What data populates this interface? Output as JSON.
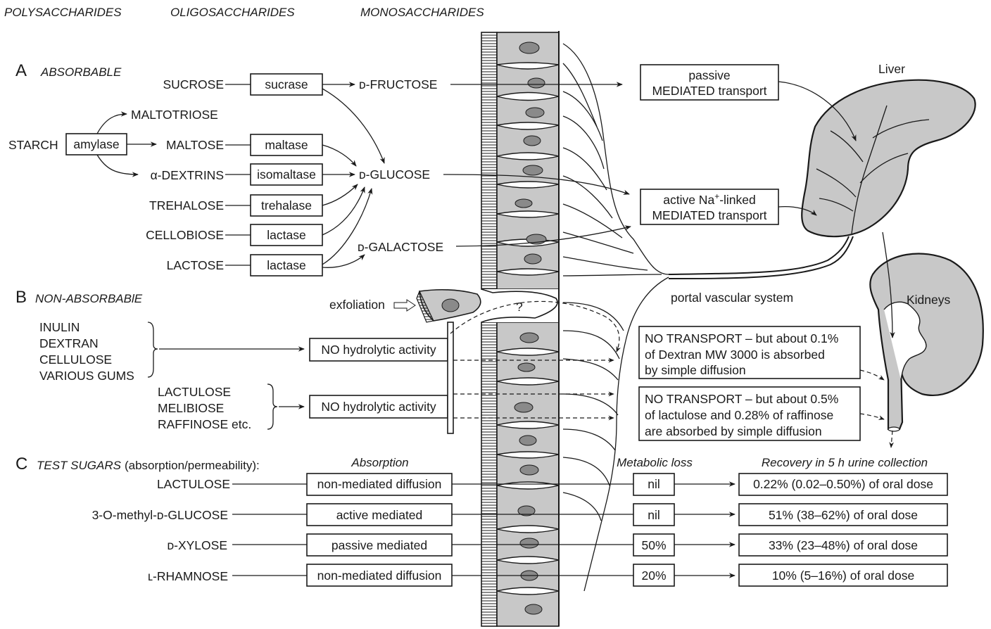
{
  "headers": {
    "polysaccharides": "POLYSACCHARIDES",
    "oligosaccharides": "OLIGOSACCHARIDES",
    "monosaccharides": "MONOSACCHARIDES"
  },
  "sectionA": {
    "letter": "A",
    "title": "ABSORBABLE",
    "starch": "STARCH",
    "amylase": "amylase",
    "products": [
      "MALTOTRIOSE",
      "MALTOSE",
      "α-DEXTRINS"
    ],
    "substrates": [
      "SUCROSE",
      "MALTOSE",
      "α-DEXTRINS",
      "TREHALOSE",
      "CELLOBIOSE",
      "LACTOSE"
    ],
    "enzymes": [
      "sucrase",
      "maltase",
      "isomaltase",
      "trehalase",
      "lactase",
      "lactase"
    ],
    "monosaccharides": [
      "ᴅ-FRUCTOSE",
      "ᴅ-GLUCOSE",
      "ᴅ-GALACTOSE"
    ],
    "transport_passive": [
      "passive",
      "MEDIATED transport"
    ],
    "transport_active_main": "active Na",
    "transport_active_sup": "+",
    "transport_active_rest": "-linked",
    "transport_active_line2": "MEDIATED transport",
    "liver": "Liver",
    "kidneys": "Kidneys",
    "portal": "portal vascular system"
  },
  "sectionB": {
    "letter": "B",
    "title": "NON-ABSORBABlE",
    "exfoliation": "exfoliation",
    "question": "?",
    "group1": [
      "INULIN",
      "DEXTRAN",
      "CELLULOSE",
      "VARIOUS GUMS"
    ],
    "group2": [
      "LACTULOSE",
      "MELIBIOSE",
      "RAFFINOSE etc."
    ],
    "no_activity": "NO hydrolytic activity",
    "note1": [
      "NO TRANSPORT – but about 0.1%",
      "of Dextran MW 3000 is absorbed",
      "by simple diffusion"
    ],
    "note2": [
      "NO TRANSPORT – but about 0.5%",
      "of lactulose and 0.28% of raffinose",
      "are absorbed by simple diffusion"
    ]
  },
  "sectionC": {
    "letter": "C",
    "title": "TEST SUGARS",
    "subtitle": "(absorption/permeability):",
    "col_absorption": "Absorption",
    "col_metabolic": "Metabolic loss",
    "col_recovery": "Recovery in 5 h urine collection",
    "rows": [
      {
        "sugar": "LACTULOSE",
        "absorption": "non-mediated diffusion",
        "loss": "nil",
        "recovery": "0.22% (0.02–0.50%) of oral dose"
      },
      {
        "sugar": "3-O-methyl-ᴅ-GLUCOSE",
        "absorption": "active mediated",
        "loss": "nil",
        "recovery": "51% (38–62%) of oral dose"
      },
      {
        "sugar": "ᴅ-XYLOSE",
        "absorption": "passive mediated",
        "loss": "50%",
        "recovery": "33% (23–48%) of oral dose"
      },
      {
        "sugar": "ʟ-RHAMNOSE",
        "absorption": "non-mediated diffusion",
        "loss": "20%",
        "recovery": "10% (5–16%) of oral dose"
      }
    ]
  }
}
